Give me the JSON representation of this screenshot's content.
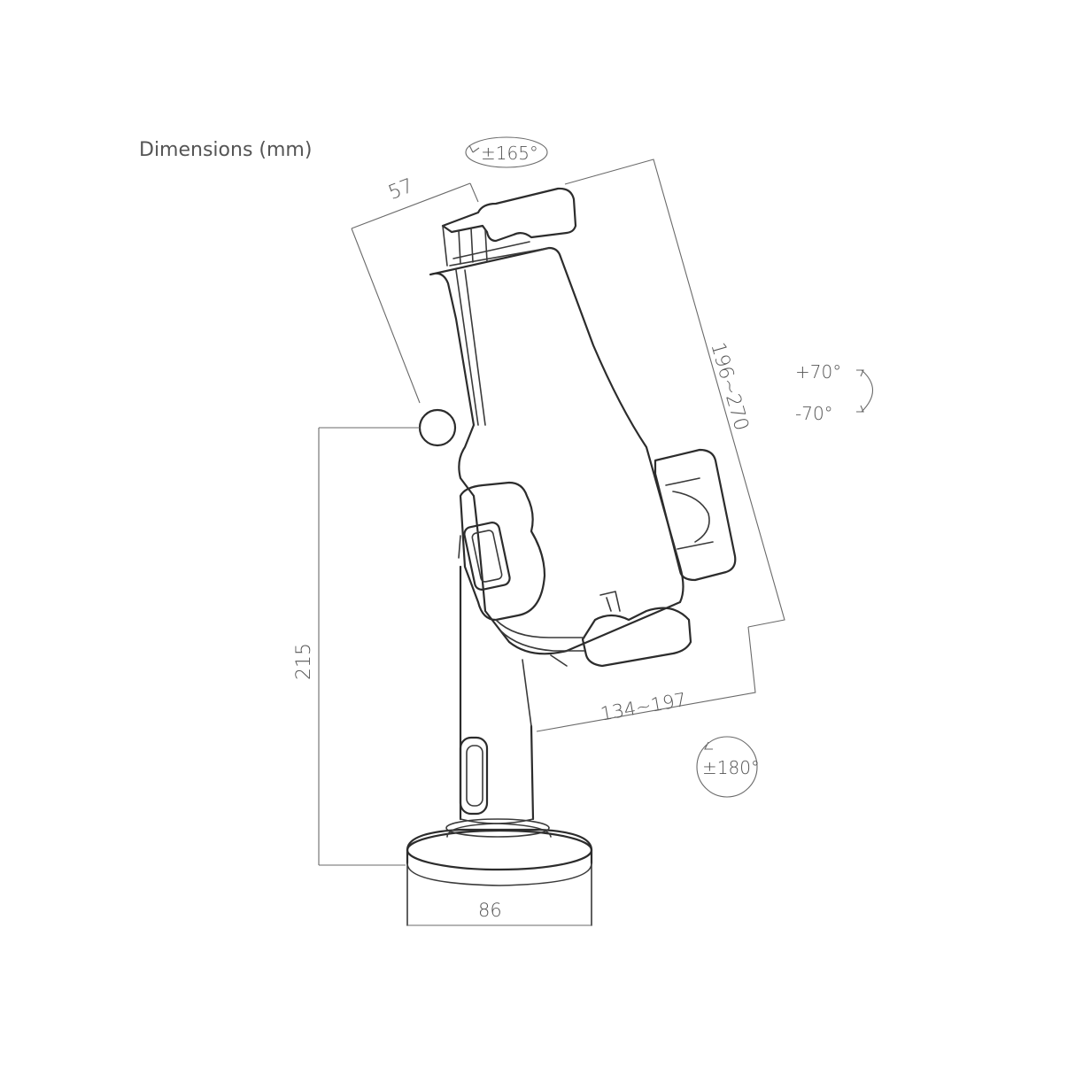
{
  "title": "Dimensions (mm)",
  "rotation": {
    "swivel": "±165°",
    "tilt_up": "+70°",
    "tilt_down": "-70°",
    "base_rotation": "±180°"
  },
  "dimensions": {
    "holder_depth": "57",
    "holder_height": "196~270",
    "holder_width": "134~197",
    "stand_height": "215",
    "base_diameter": "86"
  },
  "colors": {
    "line": "#3a3a3a",
    "dimension": "#6a6a6a",
    "text": "#555555"
  }
}
